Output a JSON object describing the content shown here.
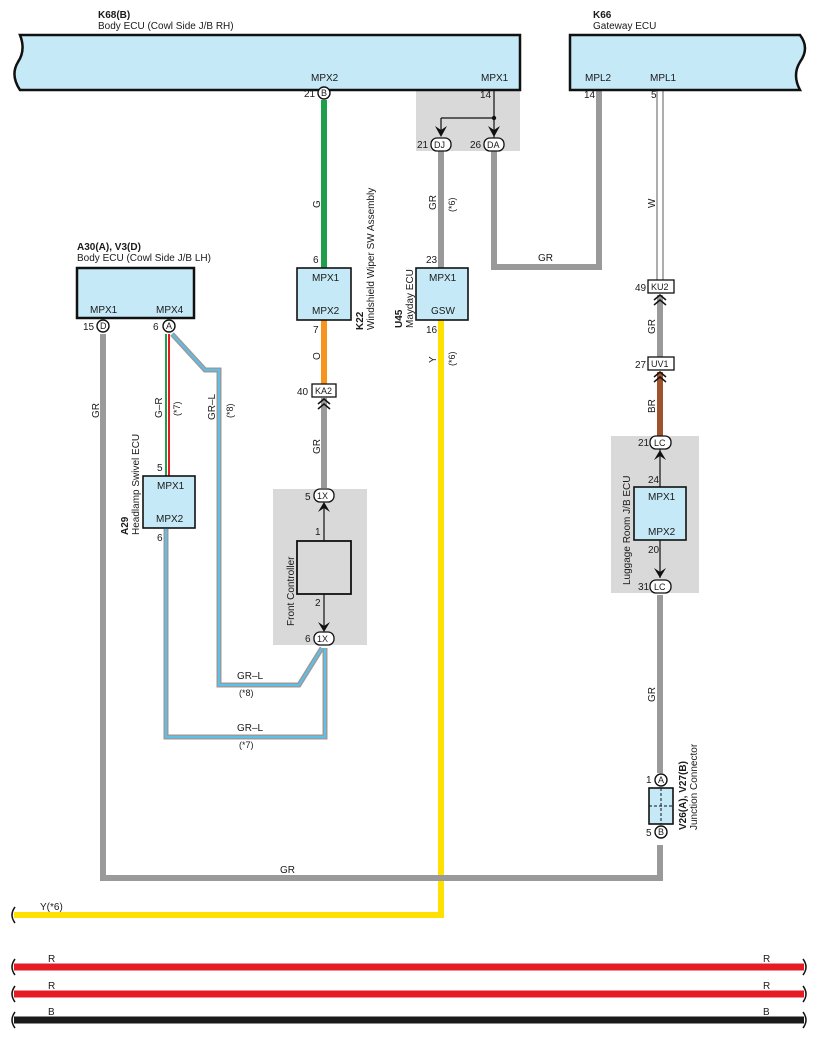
{
  "colors": {
    "wire_G": "#1f9e4c",
    "wire_GR": "#9a9a9a",
    "wire_O": "#f7941d",
    "wire_Y": "#ffe000",
    "wire_BR": "#a0522d",
    "wire_W": "#ffffff",
    "wire_R": "#e51c23",
    "wire_B": "#1a1a1a",
    "wire_GR_L": "#5bc0eb",
    "box_fill": "#c5e9f6",
    "grey_area": "#d9d9d9"
  },
  "k68": {
    "code": "K68(B)",
    "name": "Body ECU (Cowl Side J/B RH)",
    "mpx2": "MPX2",
    "mpx1": "MPX1",
    "pin21": "21",
    "pin21_letter": "B",
    "pin14": "14"
  },
  "k66": {
    "code": "K66",
    "name": "Gateway ECU",
    "mpl2": "MPL2",
    "mpl1": "MPL1",
    "pin14": "14",
    "pin5": "5"
  },
  "junction_top": {
    "pin21": "21",
    "dj": "DJ",
    "pin26": "26",
    "da": "DA"
  },
  "a30": {
    "code": "A30(A), V3(D)",
    "name": "Body ECU (Cowl Side J/B LH)",
    "mpx1": "MPX1",
    "mpx4": "MPX4",
    "pin15": "15",
    "pin15_letter": "D",
    "pin6": "6",
    "pin6_letter": "A"
  },
  "k22": {
    "code": "K22",
    "name": "Windshield Wiper SW Assembly",
    "mpx1": "MPX1",
    "mpx2": "MPX2",
    "pin6": "6",
    "pin7": "7"
  },
  "u45": {
    "code": "U45",
    "name": "Mayday ECU",
    "mpx1": "MPX1",
    "gsw": "GSW",
    "pin23": "23",
    "pin16": "16"
  },
  "a29": {
    "code": "A29",
    "name": "Headlamp Swivel ECU",
    "mpx1": "MPX1",
    "mpx2": "MPX2",
    "pin5": "5",
    "pin6": "6"
  },
  "front_controller": {
    "name": "Front Controller",
    "pin5": "5",
    "pin6": "6",
    "conn": "1X",
    "pin1": "1",
    "pin2": "2"
  },
  "ka2": {
    "pin": "40",
    "label": "KA2"
  },
  "ku2": {
    "pin": "49",
    "label": "KU2"
  },
  "uv1": {
    "pin": "27",
    "label": "UV1"
  },
  "luggage": {
    "name": "Luggage Room J/B ECU",
    "mpx1": "MPX1",
    "mpx2": "MPX2",
    "pin21": "21",
    "pin31": "31",
    "lc": "LC",
    "pin24": "24",
    "pin20": "20"
  },
  "v26": {
    "code": "V26(A), V27(B)",
    "name": "Junction Connector",
    "pin1": "1",
    "pin1_letter": "A",
    "pin5": "5",
    "pin5_letter": "B"
  },
  "wires": {
    "g": "G",
    "gr_dj": "GR",
    "gr_dj_note": "(*6)",
    "w": "W",
    "gr_gateway": "GR",
    "o": "O",
    "y": "Y",
    "y_note": "(*6)",
    "gr_ku2": "GR",
    "br": "BR",
    "gr_d": "GR",
    "g_r": "G–R",
    "g_r_note": "(*7)",
    "gr_l_upper": "GR–L",
    "gr_l_upper_note": "(*8)",
    "gr_front": "GR",
    "gr_l_mid": "GR–L",
    "gr_l_mid_note": "(*8)",
    "gr_l_low": "GR–L",
    "gr_l_low_note": "(*7)",
    "gr_lc": "GR",
    "gr_bottom": "GR",
    "y_left": "Y(*6)",
    "r1_left": "R",
    "r1_right": "R",
    "r2_left": "R",
    "r2_right": "R",
    "b_left": "B",
    "b_right": "B"
  }
}
